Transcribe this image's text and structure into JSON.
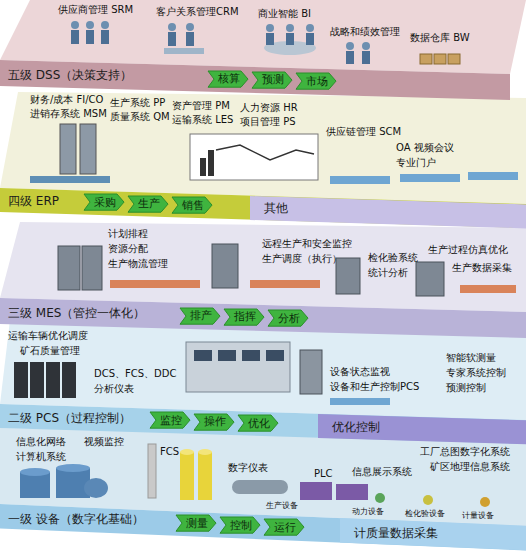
{
  "diagram": {
    "nodes": [
      {
        "text": [
          "五级 DSS（决策支持）"
        ]
      },
      {
        "text": [
          "核算"
        ],
        "in": 0
      },
      {
        "text": [
          "预测"
        ],
        "in": 0
      },
      {
        "text": [
          "市场"
        ],
        "in": 0
      },
      {
        "text": [
          "四级 ERP"
        ]
      },
      {
        "text": [
          "采购"
        ],
        "in": 4
      },
      {
        "text": [
          "生产"
        ],
        "in": 4
      },
      {
        "text": [
          "销售"
        ],
        "in": 4
      },
      {
        "text": [
          "其他"
        ],
        "in": 4
      },
      {
        "text": [
          "三级 MES（管控一体化）"
        ]
      },
      {
        "text": [
          "排产"
        ],
        "in": 9
      },
      {
        "text": [
          "指挥"
        ],
        "in": 9
      },
      {
        "text": [
          "分析"
        ],
        "in": 9
      },
      {
        "text": [
          "二级 PCS（过程控制）"
        ]
      },
      {
        "text": [
          "监控"
        ],
        "in": 13
      },
      {
        "text": [
          "操作"
        ],
        "in": 13
      },
      {
        "text": [
          "优化"
        ],
        "in": 13
      },
      {
        "text": [
          "优化控制"
        ],
        "in": 13
      },
      {
        "text": [
          "一级 设备（数字化基础）"
        ]
      },
      {
        "text": [
          "测量"
        ],
        "in": 18
      },
      {
        "text": [
          "控制"
        ],
        "in": 18
      },
      {
        "text": [
          "运行"
        ],
        "in": 18
      },
      {
        "text": [
          "计质量数据采集"
        ],
        "in": 18
      }
    ],
    "labels": [
      "供应商管理 SRM",
      "客户关系管理CRM",
      "商业智能 BI",
      "战略和绩效管理",
      "数据仓库 BW",
      "财务/成本 FI/CO",
      "进销存系统 MSM",
      "生产系统 PP",
      "质量系统 QM",
      "资产管理 PM",
      "运输系统 LES",
      "人力资源 HR",
      "项目管理 PS",
      "供应链管理 SCM",
      "OA 视频会议",
      "专业门户",
      "计划排程",
      "资源分配",
      "生产物流管理",
      "远程生产和安全监控",
      "生产调度（执行）",
      "检化验系统",
      "统计分析",
      "生产过程仿真优化",
      "生产数据采集",
      "运输车辆优化调度",
      "矿石质量管理",
      "DCS、FCS、DDC",
      "分析仪表",
      "设备状态监视",
      "设备和生产控制PCS",
      "智能软测量",
      "专家系统控制",
      "预测控制",
      "信息化网络",
      "计算机系统",
      "视频监控",
      "FCS",
      "数字仪表",
      "PLC",
      "信息展示系统",
      "工厂总图数字化系统",
      "矿区地理信息系统",
      "动力设备",
      "检化验设备",
      "计量设备",
      "生产设备"
    ]
  }
}
